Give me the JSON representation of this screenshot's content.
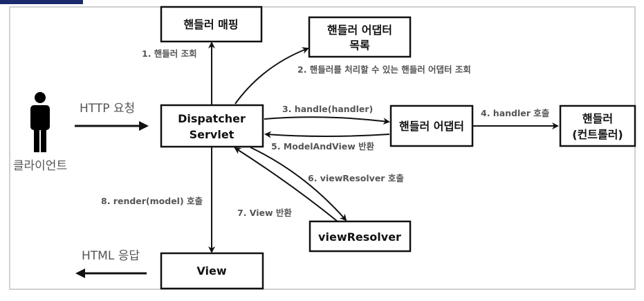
{
  "boxes": {
    "handler_mapping": "핸들러 매핑",
    "adapter_list_1": "핸들러 어댑터",
    "adapter_list_2": "목록",
    "dispatcher_1": "Dispatcher",
    "dispatcher_2": "Servlet",
    "handler_adapter": "핸들러 어댑터",
    "handler_1": "핸들러",
    "handler_2": "(컨트롤러)",
    "view_resolver": "viewResolver",
    "view": "View"
  },
  "client": {
    "label": "클라이언트",
    "icon": "person-icon"
  },
  "labels": {
    "request": "HTTP 요청",
    "response": "HTML 응답",
    "step1": "1. 핸들러 조회",
    "step2": "2. 핸들러를 처리할 수 있는 핸들러 어댑터 조회",
    "step3": "3. handle(handler)",
    "step4": "4. handler 호출",
    "step5": "5. ModelAndView 반환",
    "step6": "6. viewResolver 호출",
    "step7": "7. View 반환",
    "step8": "8. render(model) 호출"
  },
  "colors": {
    "frame": "#d0d0d0",
    "box_stroke": "#111111",
    "label": "#555555"
  }
}
